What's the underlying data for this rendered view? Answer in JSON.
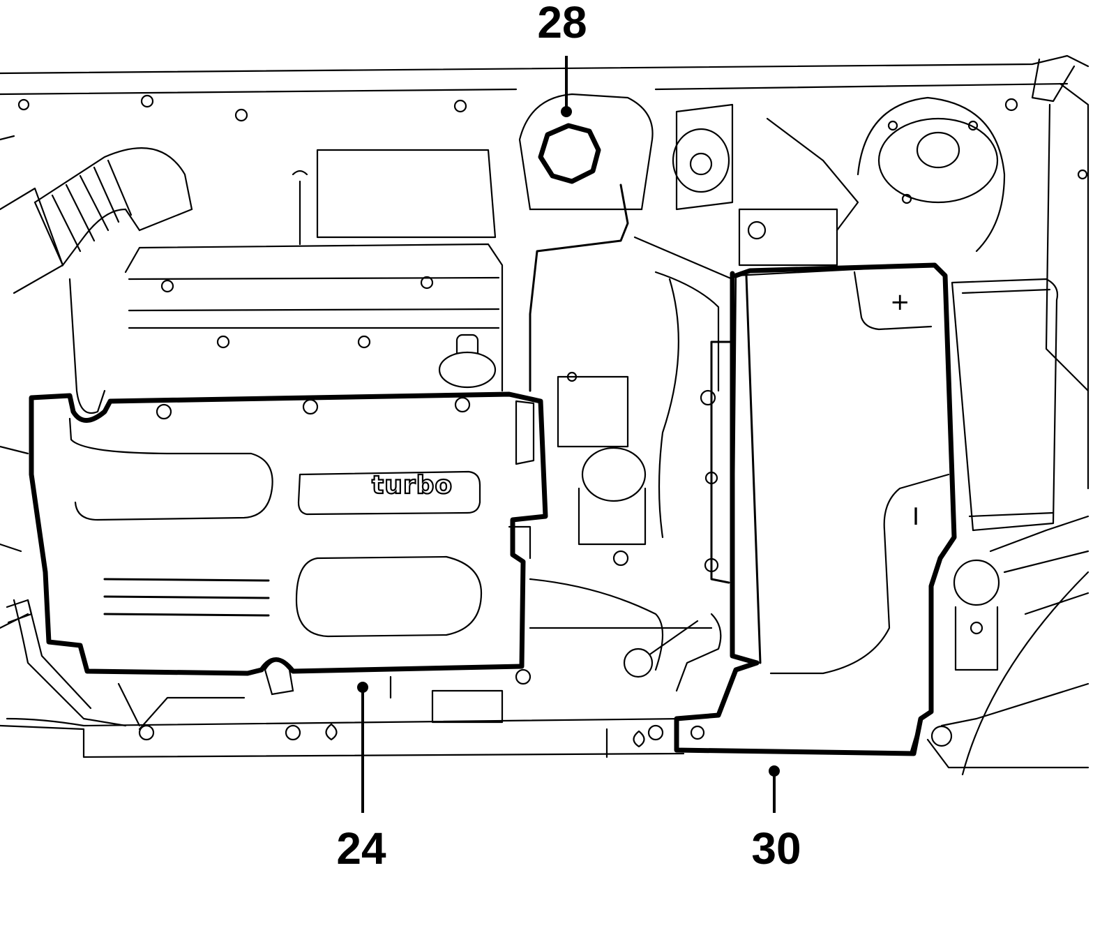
{
  "callouts": [
    {
      "id": "28",
      "label": "28",
      "part": "coolant-expansion-tank"
    },
    {
      "id": "24",
      "label": "24",
      "part": "engine-cover"
    },
    {
      "id": "30",
      "label": "30",
      "part": "battery-cover"
    }
  ],
  "embossed_text": {
    "engine_cover": "turbo",
    "battery_plus": "+",
    "battery_minus": "I"
  }
}
